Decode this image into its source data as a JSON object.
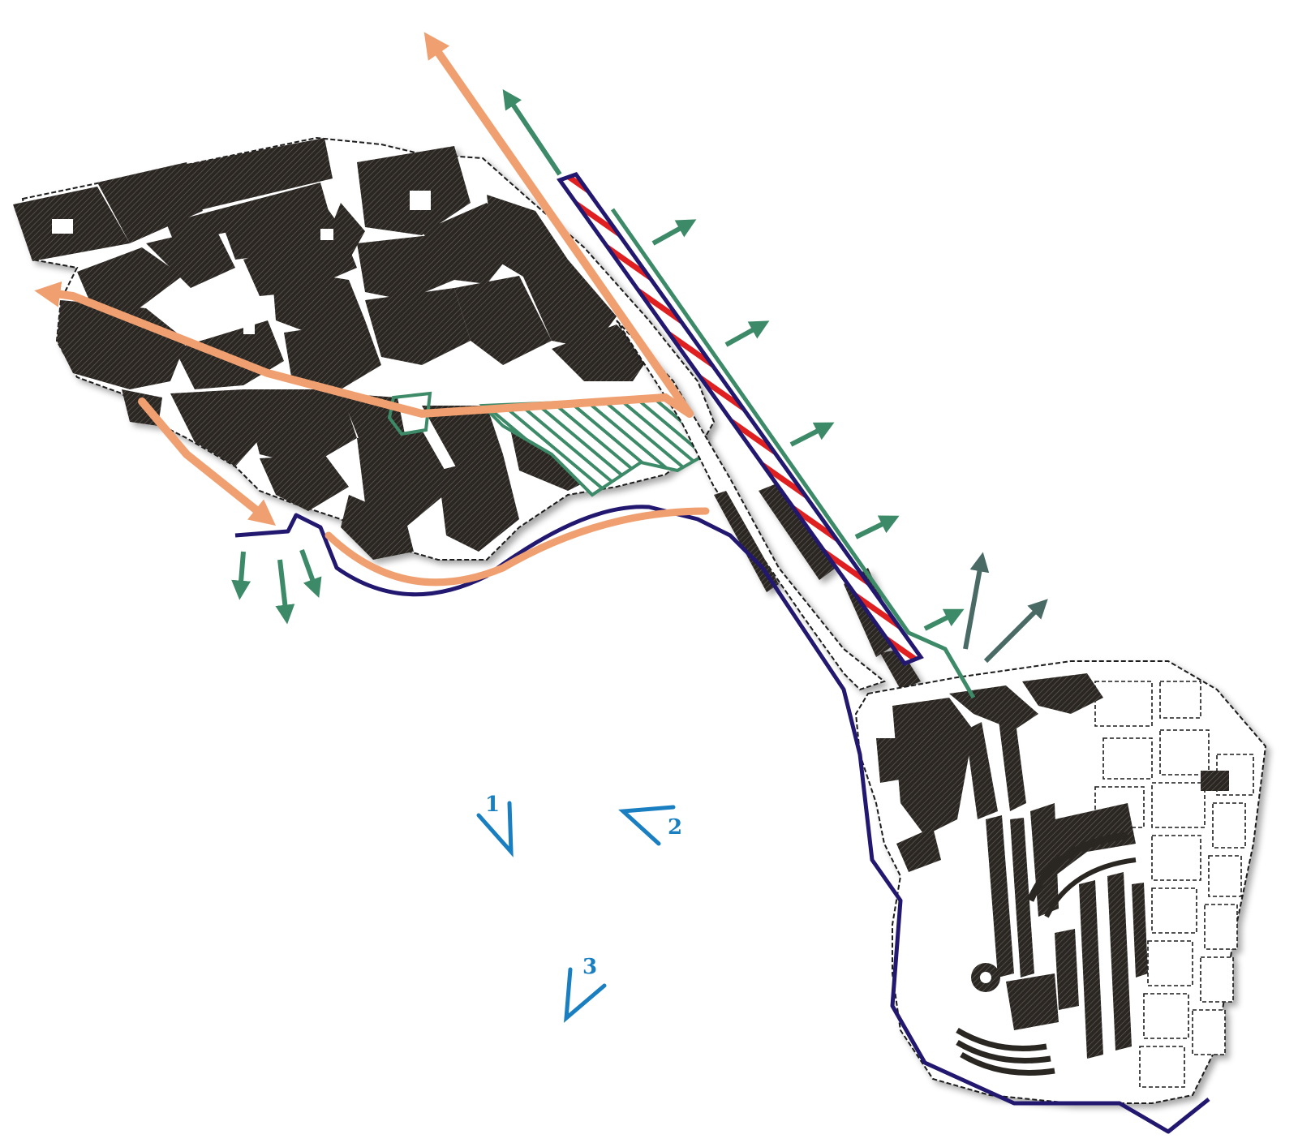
{
  "map": {
    "colors": {
      "background": "#ffffff",
      "building": "#2b2724",
      "building_hatch": "#6a625c",
      "street_line": "#1a1a1a",
      "orange_route": "#f0a070",
      "green_line": "#3d8a68",
      "teal_arrow": "#4a6b65",
      "navy_boundary": "#221870",
      "red_hatch": "#e02020",
      "view_marker": "#1a7fc1"
    },
    "view_points": [
      {
        "label": "1"
      },
      {
        "label": "2"
      },
      {
        "label": "3"
      }
    ]
  }
}
